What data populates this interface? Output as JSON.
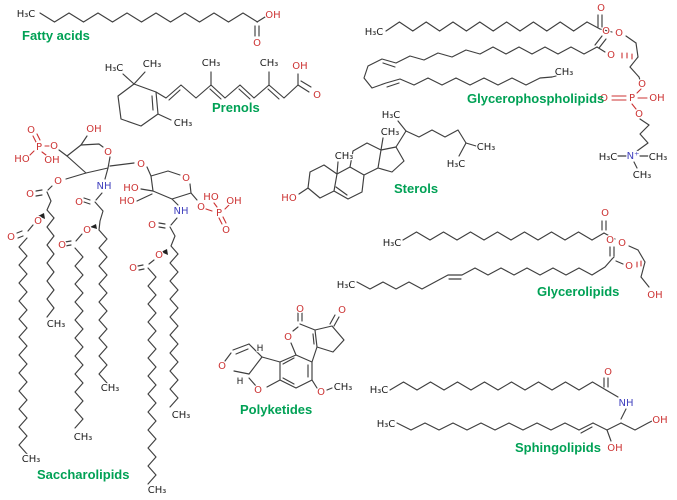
{
  "colors": {
    "background": "#ffffff",
    "label": "#00a155",
    "bond": "#3f3f3f",
    "oxygen": "#cc3333",
    "nitrogen": "#4343bf"
  },
  "categories": {
    "fatty_acids": {
      "label": "Fatty acids",
      "atoms": [
        "H₃C",
        "OH",
        "O"
      ]
    },
    "prenols": {
      "label": "Prenols",
      "atoms": [
        "H₃C",
        "CH₃",
        "CH₃",
        "CH₃",
        "CH₃",
        "OH",
        "O"
      ]
    },
    "glycerophospholipids": {
      "label": "Glycerophospholipids",
      "atoms": [
        "H₃C",
        "O",
        "O",
        "O",
        "O",
        "CH₃",
        "O",
        "O",
        "P",
        "OH",
        "O",
        "N⁺",
        "H₃C",
        "CH₃",
        "CH₃"
      ]
    },
    "sterols": {
      "label": "Sterols",
      "atoms": [
        "HO",
        "CH₃",
        "CH₃",
        "H₃C",
        "CH₃",
        "H₃C"
      ]
    },
    "saccharolipids": {
      "label": "Saccharolipids",
      "atoms": [
        "O",
        "P",
        "HO",
        "OH",
        "O",
        "OH",
        "O",
        "O",
        "O",
        "HO",
        "HO",
        "NH",
        "NH",
        "HO",
        "OH",
        "P",
        "O",
        "O",
        "O",
        "O",
        "O",
        "O",
        "O",
        "O",
        "O",
        "O",
        "O",
        "O",
        "CH₃",
        "CH₃",
        "CH₃",
        "CH₃",
        "CH₃",
        "CH₃"
      ]
    },
    "polyketides": {
      "label": "Polyketides",
      "atoms": [
        "O",
        "O",
        "O",
        "H",
        "O",
        "H",
        "O",
        "O",
        "CH₃"
      ]
    },
    "glycerolipids": {
      "label": "Glycerolipids",
      "atoms": [
        "H₃C",
        "O",
        "O",
        "H₃C",
        "O",
        "O",
        "OH"
      ]
    },
    "sphingolipids": {
      "label": "Sphingolipids",
      "atoms": [
        "H₃C",
        "O",
        "NH",
        "OH",
        "H₃C",
        "OH"
      ]
    }
  }
}
